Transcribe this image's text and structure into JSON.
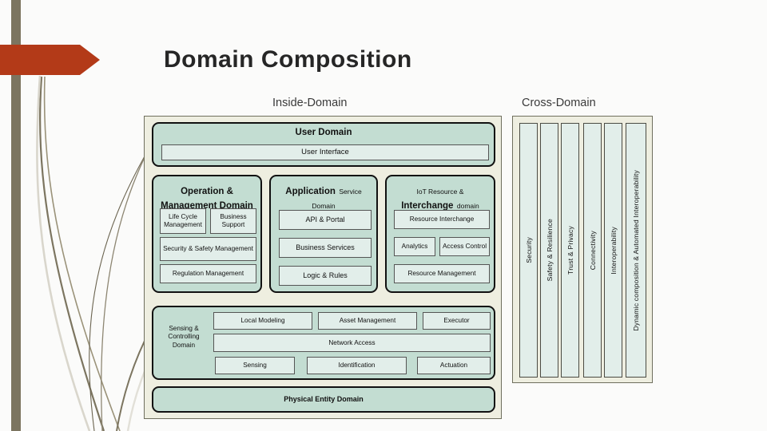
{
  "slide": {
    "title": "Domain Composition",
    "accent_color": "#b33a18",
    "bar_color": "#7c7560",
    "panel_fill": "#c3ddd2",
    "cell_fill": "#e2eeea",
    "outer_fill": "#eeeee0"
  },
  "sections": {
    "inside_label": "Inside-Domain",
    "cross_label": "Cross-Domain"
  },
  "inside_domain": {
    "user_domain": {
      "title": "User Domain",
      "cells": [
        "User Interface"
      ]
    },
    "columns": [
      {
        "title_bold": "Operation &",
        "title_bold2": "Management Domain",
        "title_small": "",
        "cells": [
          "Life Cycle Management",
          "Business Support",
          "Security & Safety Management",
          "Regulation Management"
        ]
      },
      {
        "title_bold": "Application",
        "title_small": "Service",
        "title_small2": "Domain",
        "cells": [
          "API & Portal",
          "Business Services",
          "Logic & Rules"
        ]
      },
      {
        "title_small_pre": "IoT Resource &",
        "title_bold": "Interchange",
        "title_small": "domain",
        "cells": [
          "Resource Interchange",
          "Analytics",
          "Access Control",
          "Resource  Management"
        ]
      }
    ],
    "sensing_domain": {
      "label": "Sensing & Controlling Domain",
      "label_lines": [
        "Sensing &",
        "Controlling",
        "Domain"
      ],
      "cells": [
        "Local Modeling",
        "Asset Management",
        "Executor",
        "Network Access",
        "Sensing",
        "Identification",
        "Actuation"
      ]
    },
    "physical_entity_domain": {
      "title": "Physical Entity Domain"
    }
  },
  "cross_domain": {
    "strips": [
      "Security",
      "Safety & Resilience",
      "Trust & Privacy",
      "Connectivity",
      "Interoperability",
      "Dynamic composition & Automated Interoperability"
    ]
  }
}
